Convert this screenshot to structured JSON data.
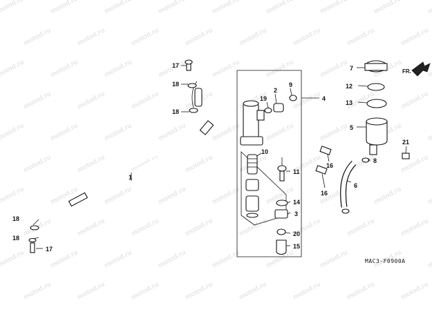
{
  "watermark": {
    "text": "motod.ru"
  },
  "diagram_code": "MAC3-F0900A",
  "direction_label": "FR.",
  "callouts": [
    {
      "id": "c1",
      "text": "1"
    },
    {
      "id": "c2",
      "text": "2"
    },
    {
      "id": "c3",
      "text": "3"
    },
    {
      "id": "c4",
      "text": "4"
    },
    {
      "id": "c5",
      "text": "5"
    },
    {
      "id": "c6",
      "text": "6"
    },
    {
      "id": "c7",
      "text": "7"
    },
    {
      "id": "c8",
      "text": "8"
    },
    {
      "id": "c9",
      "text": "9"
    },
    {
      "id": "c10",
      "text": "10"
    },
    {
      "id": "c11",
      "text": "11"
    },
    {
      "id": "c12",
      "text": "12"
    },
    {
      "id": "c13",
      "text": "13"
    },
    {
      "id": "c14",
      "text": "14"
    },
    {
      "id": "c15",
      "text": "15"
    },
    {
      "id": "c16a",
      "text": "16"
    },
    {
      "id": "c16b",
      "text": "16"
    },
    {
      "id": "c17a",
      "text": "17"
    },
    {
      "id": "c17b",
      "text": "17"
    },
    {
      "id": "c18a",
      "text": "18"
    },
    {
      "id": "c18b",
      "text": "18"
    },
    {
      "id": "c18c",
      "text": "18"
    },
    {
      "id": "c18d",
      "text": "18"
    },
    {
      "id": "c19",
      "text": "19"
    },
    {
      "id": "c20",
      "text": "20"
    },
    {
      "id": "c21",
      "text": "21"
    }
  ]
}
